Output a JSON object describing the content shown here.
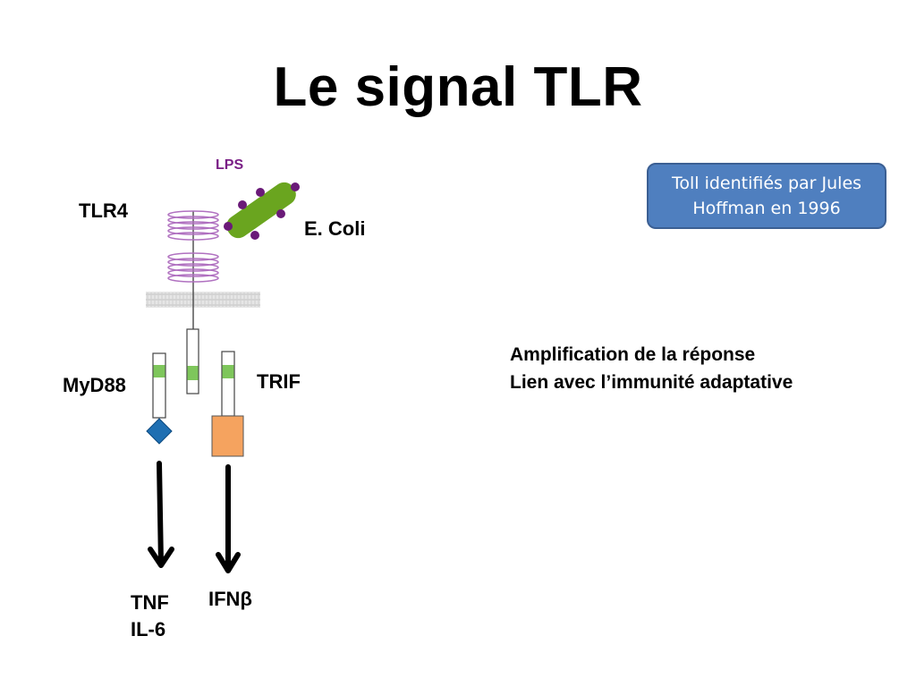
{
  "slide": {
    "title": "Le signal TLR"
  },
  "diagram": {
    "lps_label": "LPS",
    "receptor_label": "TLR4",
    "bacterium_label": "E. Coli",
    "adaptor_left_label": "MyD88",
    "adaptor_right_label": "TRIF",
    "output_left_line1": "TNF",
    "output_left_line2": "IL-6",
    "output_right_label": "IFNβ",
    "colors": {
      "receptor_coils": "#b071c0",
      "membrane": "#cfcfcf",
      "lps_dots": "#6a1a78",
      "bacterium": "#6aa51f",
      "tir_domain": "#7ec65b",
      "myd88_death_domain": "#1f6fb2",
      "trif_domain": "#f5a35f"
    }
  },
  "note_box": {
    "line1": "Toll identifiés par Jules",
    "line2": "Hoffman en 1996"
  },
  "effects": {
    "line1": "Amplification de la réponse",
    "line2": "Lien avec l’immunité adaptative"
  }
}
